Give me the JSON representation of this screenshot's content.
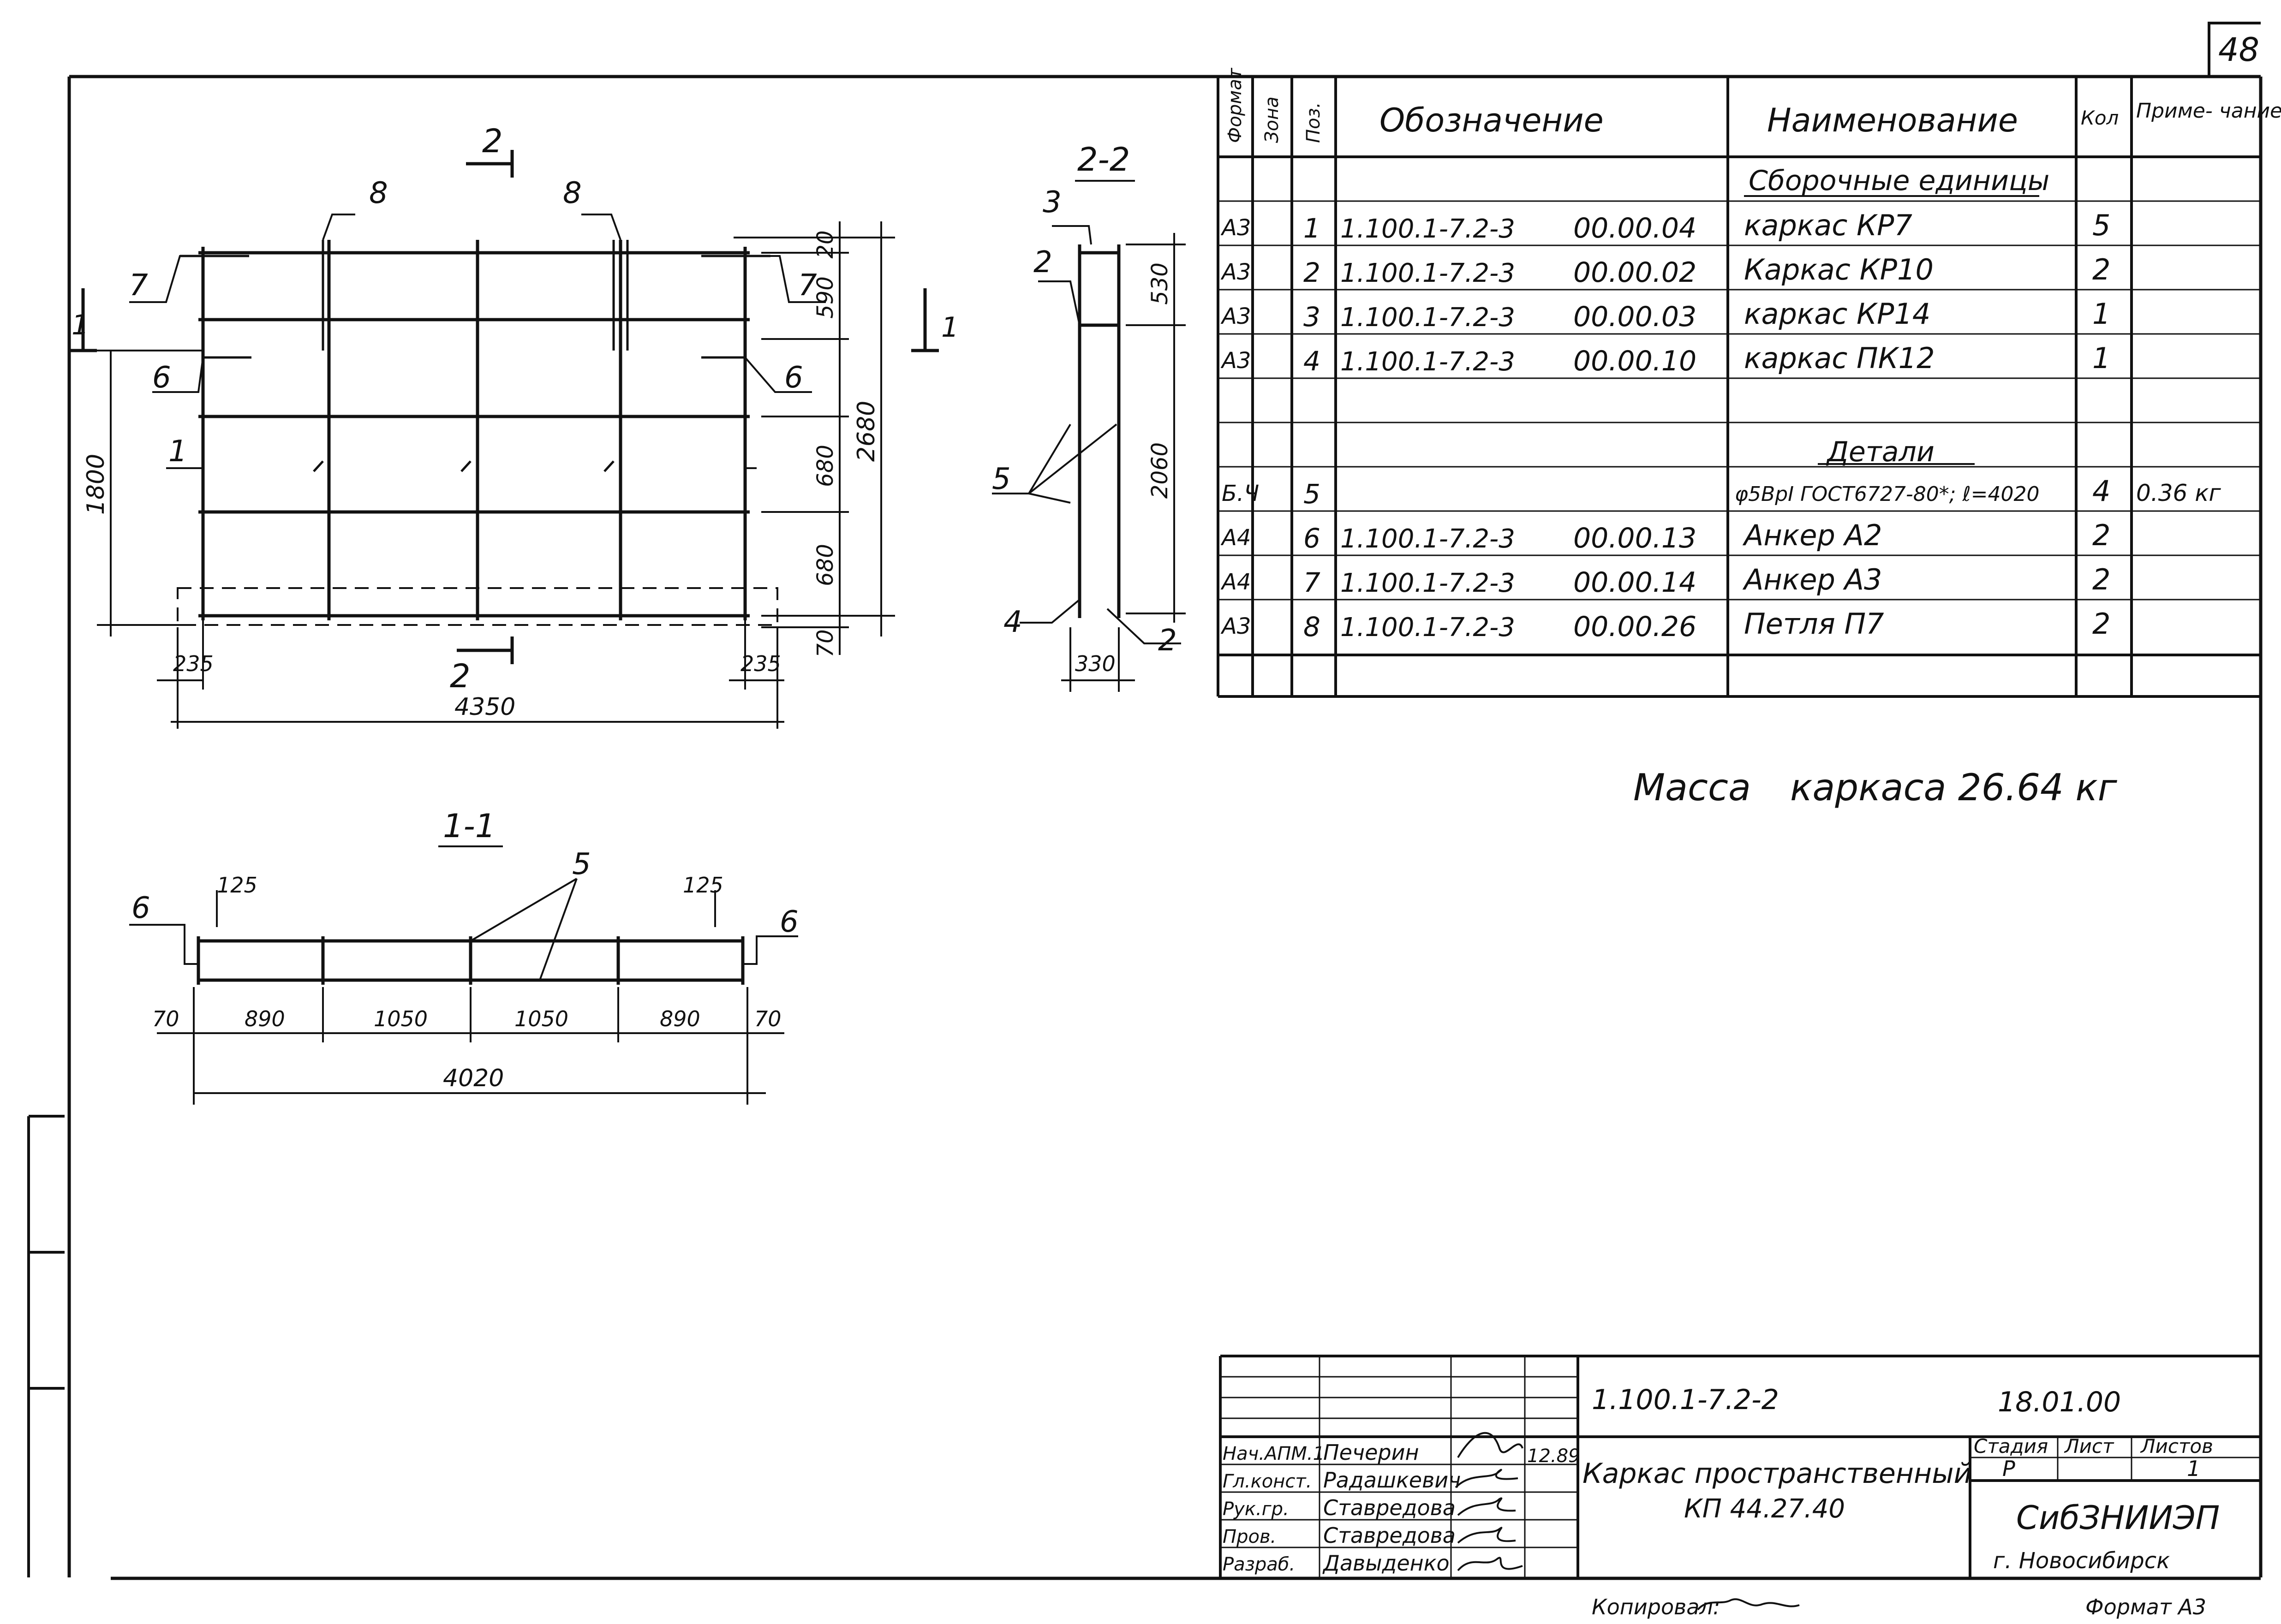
{
  "sheet_number": "48",
  "views": {
    "main": {
      "section_marks": [
        "2",
        "2",
        "1",
        "1"
      ],
      "callouts": [
        "8",
        "8",
        "7",
        "7",
        "6",
        "6",
        "1"
      ],
      "dims_right": [
        "20",
        "590",
        "680",
        "680",
        "70"
      ],
      "dim_total_right": "2680",
      "dim_left": "1800",
      "dim_bottom_left": "235",
      "dim_bottom_right": "235",
      "dim_bottom_total": "4350"
    },
    "section_2_2": {
      "title": "2-2",
      "callouts": [
        "3",
        "2",
        "5",
        "4",
        "2"
      ],
      "dims": [
        "530",
        "2060",
        "330"
      ]
    },
    "section_1_1": {
      "title": "1-1",
      "callouts": [
        "6",
        "6",
        "5"
      ],
      "dims_top": [
        "125",
        "125"
      ],
      "dims_bottom": [
        "70",
        "890",
        "1050",
        "1050",
        "890",
        "70"
      ],
      "dim_total": "4020"
    }
  },
  "spec_table": {
    "headers": {
      "format": "Формат",
      "zone": "Зона",
      "pos": "Поз.",
      "designation": "Обозначение",
      "name": "Наименование",
      "qty": "Кол",
      "note": "Приме- чание"
    },
    "section_assembly": "Сборочные единицы",
    "section_parts": "Детали",
    "rows": [
      {
        "format": "А3",
        "pos": "1",
        "doc": "1.100.1-7.2-3",
        "code": "00.00.04",
        "name": "каркас КР7",
        "qty": "5",
        "note": ""
      },
      {
        "format": "А3",
        "pos": "2",
        "doc": "1.100.1-7.2-3",
        "code": "00.00.02",
        "name": "Каркас КР10",
        "qty": "2",
        "note": ""
      },
      {
        "format": "А3",
        "pos": "3",
        "doc": "1.100.1-7.2-3",
        "code": "00.00.03",
        "name": "каркас КР14",
        "qty": "1",
        "note": ""
      },
      {
        "format": "А3",
        "pos": "4",
        "doc": "1.100.1-7.2-3",
        "code": "00.00.10",
        "name": "каркас ПК12",
        "qty": "1",
        "note": ""
      },
      {
        "format": "Б.Ч",
        "pos": "5",
        "doc": "",
        "code": "",
        "name": "φ5ВрI ГОСТ6727-80*; ℓ=4020",
        "qty": "4",
        "note": "0.36 кг"
      },
      {
        "format": "А4",
        "pos": "6",
        "doc": "1.100.1-7.2-3",
        "code": "00.00.13",
        "name": "Анкер А2",
        "qty": "2",
        "note": ""
      },
      {
        "format": "А4",
        "pos": "7",
        "doc": "1.100.1-7.2-3",
        "code": "00.00.14",
        "name": "Анкер А3",
        "qty": "2",
        "note": ""
      },
      {
        "format": "А3",
        "pos": "8",
        "doc": "1.100.1-7.2-3",
        "code": "00.00.26",
        "name": "Петля П7",
        "qty": "2",
        "note": ""
      }
    ]
  },
  "mass_label": "Масса",
  "mass_value": "каркаса 26.64 кг",
  "title_block": {
    "doc_number": "1.100.1-7.2-2",
    "code": "18.01.00",
    "title_line1": "Каркас пространственный",
    "title_line2": "КП 44.27.40",
    "stage_label": "Стадия",
    "sheet_label": "Лист",
    "sheets_label": "Листов",
    "stage": "Р",
    "sheets": "1",
    "org": "СибЗНИИЭП",
    "city": "г. Новосибирск",
    "date": "12.89",
    "signatures": [
      {
        "role": "Нач.АПМ.1",
        "name": "Печерин"
      },
      {
        "role": "Гл.конст.",
        "name": "Радашкевич"
      },
      {
        "role": "Рук.гр.",
        "name": "Ставредова"
      },
      {
        "role": "Пров.",
        "name": "Ставредова"
      },
      {
        "role": "Разраб.",
        "name": "Давыденко"
      }
    ]
  },
  "copied_by": "Копировал:",
  "format": "Формат А3"
}
